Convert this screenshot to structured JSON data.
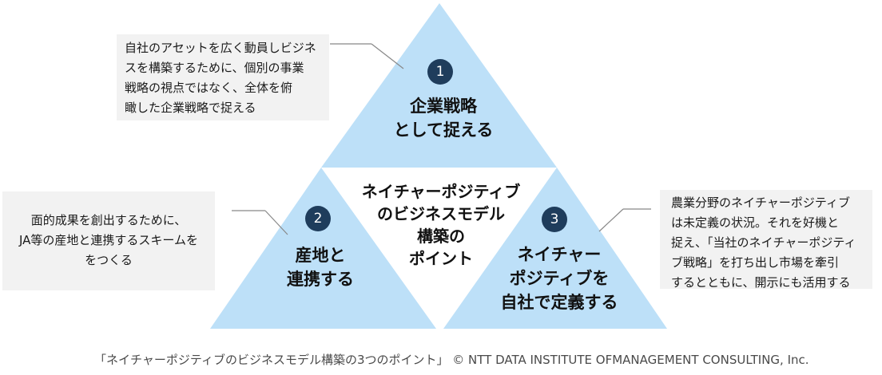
{
  "diagram": {
    "center_title": "ネイチャーポジティブ\nのビジネスモデル\n構築の\nポイント",
    "points": [
      {
        "number": "1",
        "label": "企業戦略\nとして捉える",
        "note": "自社のアセットを広く動員しビジネ\nスを構築するために、個別の事業\n戦略の視点ではなく、全体を俯\n瞰した企業戦略で捉える"
      },
      {
        "number": "2",
        "label": "産地と\n連携する",
        "note": "面的成果を創出するために、\nJA等の産地と連携するスキームを\nをつくる"
      },
      {
        "number": "3",
        "label": "ネイチャー\nポジティブを\n自社で定義する",
        "note": "農業分野のネイチャーポジティブ\nは未定義の状況。それを好機と\n捉え、「当社のネイチャーポジティ\nブ戦略」を打ち出し市場を牽引\nするとともに、開示にも活用する"
      }
    ]
  },
  "colors": {
    "triangle_fill": "#bde0f8",
    "number_circle": "#1f3d5c",
    "note_background": "#f2f2f2",
    "leader_line": "#888888"
  },
  "footer": "「ネイチャーポジティブのビジネスモデル構築の3つのポイント」 © NTT DATA INSTITUTE OFMANAGEMENT CONSULTING, Inc."
}
